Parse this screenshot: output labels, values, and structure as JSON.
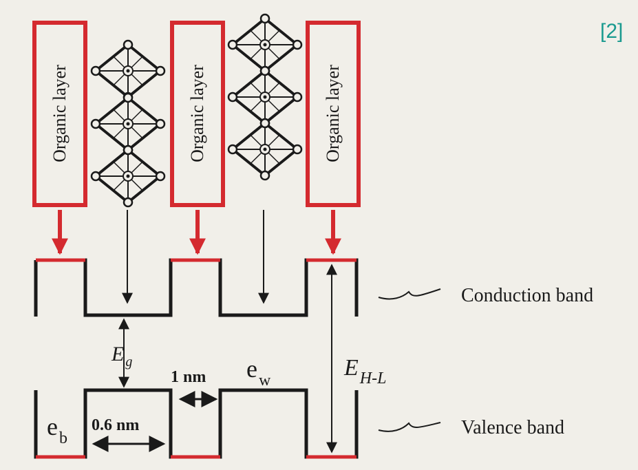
{
  "citation": "[2]",
  "layers": {
    "organic_label": "Organic layer"
  },
  "bands": {
    "conduction_label": "Conduction band",
    "valence_label": "Valence band"
  },
  "annotations": {
    "eg_main": "E",
    "eg_sub": "g",
    "ehl_main": "E",
    "ehl_sub": "H-L",
    "ew_main": "e",
    "ew_sub": "w",
    "eb_main": "e",
    "eb_sub": "b",
    "one_nm": "1 nm",
    "zero_six_nm": "0.6 nm"
  },
  "colors": {
    "organic": "#d42a2f",
    "line": "#1a1a1a",
    "background": "#f1efe9",
    "citation": "#1a9a8f"
  }
}
